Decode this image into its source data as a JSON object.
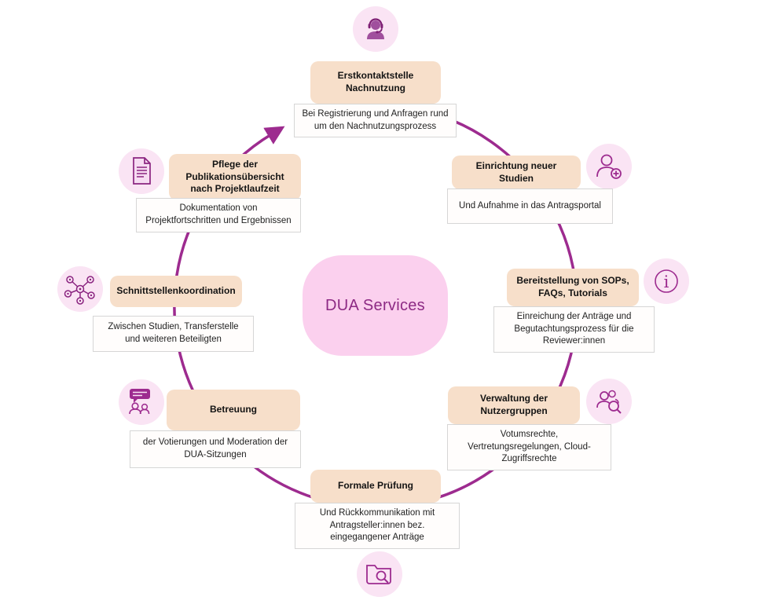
{
  "center": {
    "label": "DUA Services"
  },
  "nodes": [
    {
      "title": "Erstkontaktstelle Nachnutzung",
      "description": "Bei Registrierung und Anfragen rund um den Nachnutzungsprozess",
      "icon": "headset-agent-icon"
    },
    {
      "title": "Einrichtung neuer Studien",
      "description": "Und Aufnahme in das Antragsportal",
      "icon": "person-add-icon"
    },
    {
      "title": "Bereitstellung von SOPs, FAQs, Tutorials",
      "description": "Einreichung der Anträge und Begutachtungsprozess für die Reviewer:innen",
      "icon": "info-icon"
    },
    {
      "title": "Verwaltung der Nutzergruppen",
      "description": "Votumsrechte, Vertretungsregelungen, Cloud-Zugriffsrechte",
      "icon": "users-search-icon"
    },
    {
      "title": "Formale Prüfung",
      "description": "Und Rückkommunikation mit Antragsteller:innen bez. eingegangener Anträge",
      "icon": "folder-search-icon"
    },
    {
      "title": "Betreuung",
      "description": "der Votierungen und Moderation der DUA-Sitzungen",
      "icon": "chat-users-icon"
    },
    {
      "title": "Schnittstellenkoordination",
      "description": "Zwischen Studien, Transferstelle und weiteren Beteiligten",
      "icon": "network-icon"
    },
    {
      "title": "Pflege der Publikationsübersicht nach Projektlaufzeit",
      "description": "Dokumentation von Projektfortschritten und Ergebnissen",
      "icon": "document-icon"
    }
  ],
  "colors": {
    "accent": "#9d2b8f",
    "title_box": "#f7dfca",
    "desc_box_border": "#d6d6d6",
    "icon_bubble": "#fae4f4",
    "center_blob": "#fbd0ee",
    "center_text": "#8d2a84"
  }
}
